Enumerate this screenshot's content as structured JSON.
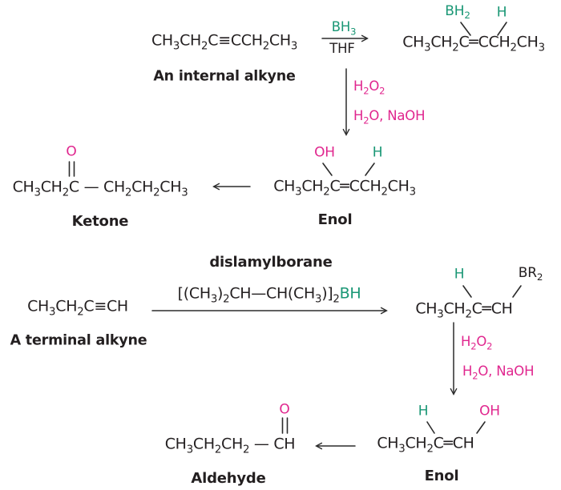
{
  "palette": {
    "ink": "#231f20",
    "green": "#1a9775",
    "pink": "#e0268e"
  },
  "scheme1": {
    "reactant": {
      "formula": "CH₃CH₂C≡CCH₂CH₃",
      "label": "An internal alkyne"
    },
    "step1": {
      "above": "BH₃",
      "below": "THF"
    },
    "vinylborane": {
      "sub_left": "BH₂",
      "sub_right": "H",
      "formula": "CH₃CH₂C═CCH₂CH₃"
    },
    "step2": {
      "line1": "H₂O₂",
      "line2": "H₂O, NaOH"
    },
    "enol": {
      "sub_left": "OH",
      "sub_right": "H",
      "formula": "CH₃CH₂C═CCH₂CH₃",
      "label": "Enol"
    },
    "ketone": {
      "atom": "O",
      "formula": "CH₃CH₂C — CH₂CH₂CH₃",
      "label": "Ketone"
    }
  },
  "scheme2": {
    "title": "dislamylborane",
    "reactant": {
      "formula": "CH₃CH₂C≡CH",
      "label": "A terminal alkyne"
    },
    "step1": {
      "main": "[(CH₃)₂CH—CH(CH₃)]₂",
      "borane": "BH"
    },
    "vinylborane": {
      "sub_left": "H",
      "sub_right": "BR₂",
      "formula": "CH₃CH₂C═CH"
    },
    "step2": {
      "line1": "H₂O₂",
      "line2": "H₂O, NaOH"
    },
    "enol": {
      "sub_left": "H",
      "sub_right": "OH",
      "formula": "CH₃CH₂C═CH",
      "label": "Enol"
    },
    "aldehyde": {
      "atom": "O",
      "formula": "CH₃CH₂CH₂ — CH",
      "label": "Aldehyde"
    }
  }
}
